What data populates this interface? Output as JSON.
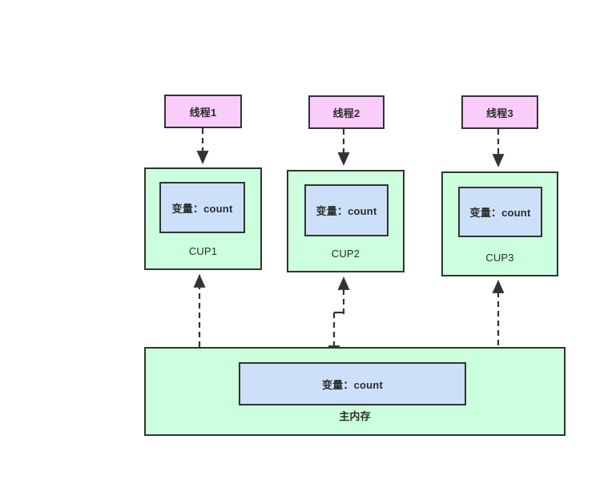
{
  "diagram": {
    "title_text_present": false,
    "colors": {
      "thread_fill": "#f9ccfb",
      "cpu_fill": "#ccffdd",
      "variable_fill": "#cce0fa",
      "stroke": "#333333",
      "background": "#ffffff"
    },
    "threads": [
      {
        "label": "线程1"
      },
      {
        "label": "线程2"
      },
      {
        "label": "线程3"
      }
    ],
    "cpus": [
      {
        "label": "CUP1",
        "variable_label": "变量：count"
      },
      {
        "label": "CUP2",
        "variable_label": "变量：count"
      },
      {
        "label": "CUP3",
        "variable_label": "变量：count"
      }
    ],
    "main_memory": {
      "label": "主内存",
      "variable_label": "变量：count"
    }
  }
}
